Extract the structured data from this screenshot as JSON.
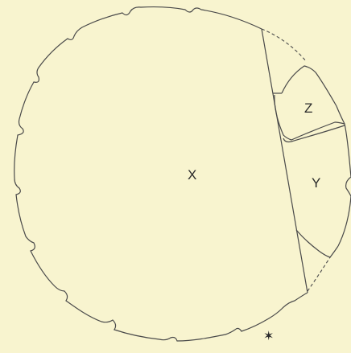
{
  "diagram": {
    "background_color": "#f8f4cf",
    "stroke_color": "#4a4a4a",
    "regions": [
      {
        "id": "x",
        "label": "X"
      },
      {
        "id": "y",
        "label": "Y"
      },
      {
        "id": "z",
        "label": "Z"
      }
    ],
    "marker": {
      "symbol": "✶",
      "icon": "star-icon"
    }
  }
}
